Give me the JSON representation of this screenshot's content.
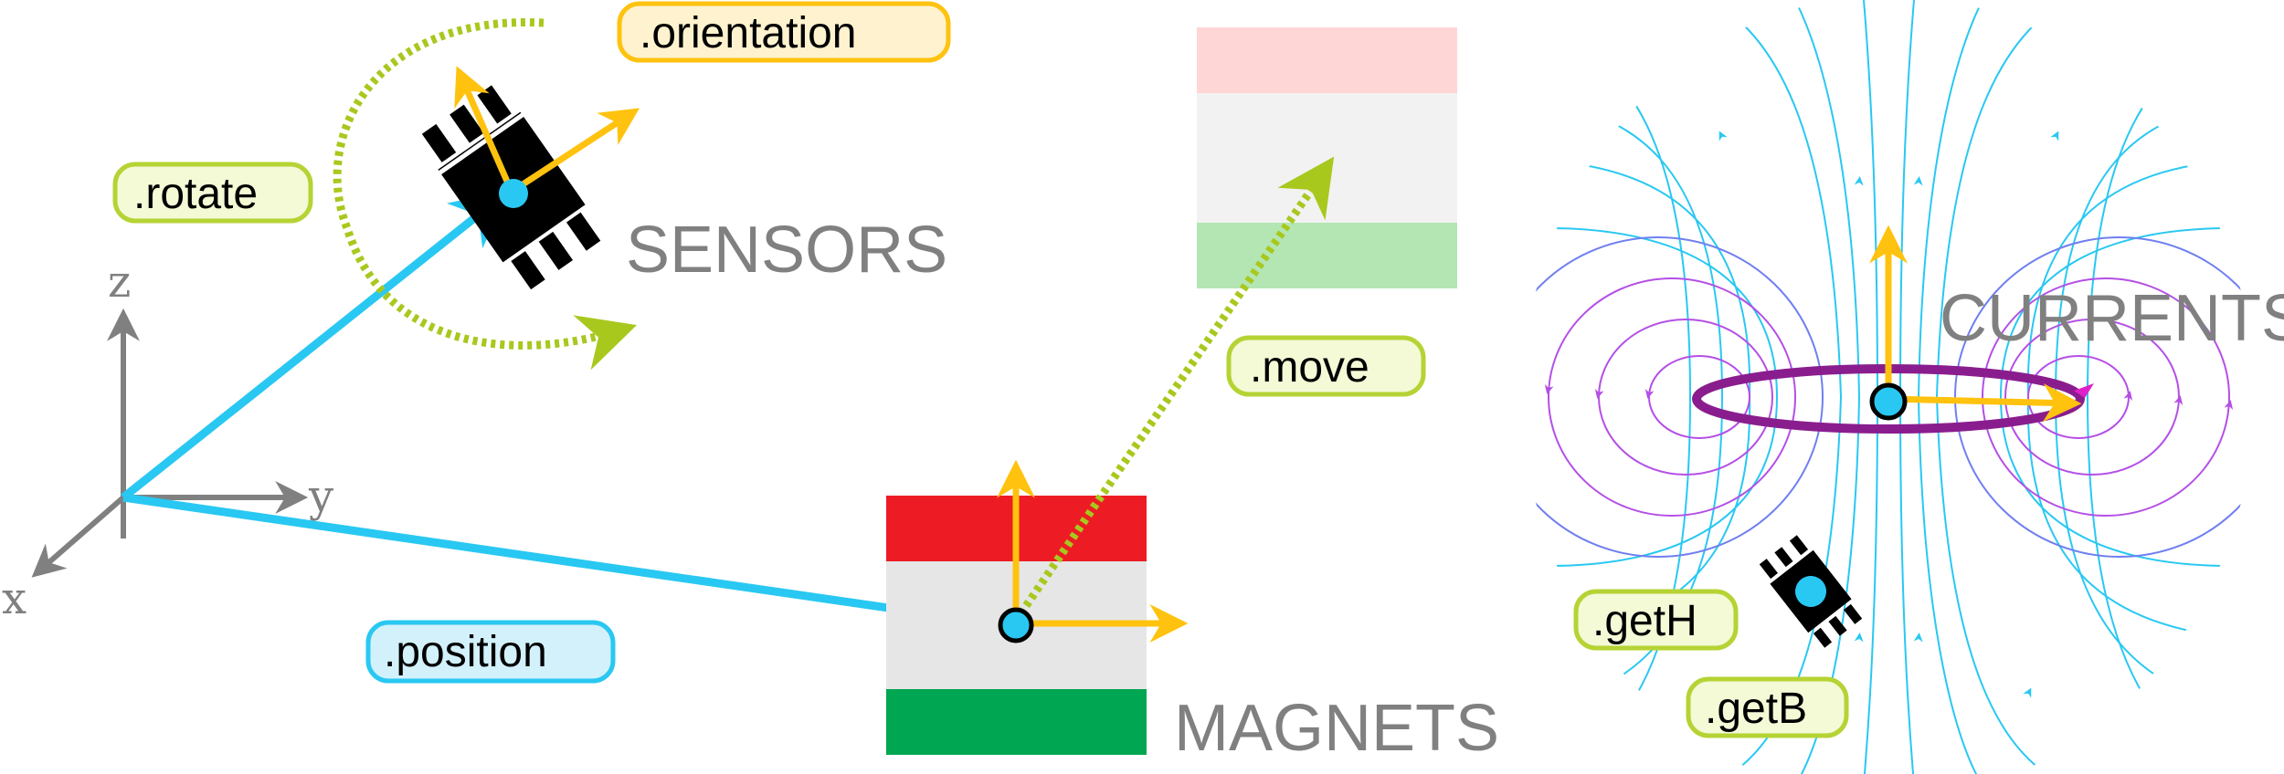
{
  "labels": {
    "orientation": ".orientation",
    "rotate": ".rotate",
    "position": ".position",
    "move": ".move",
    "getH": ".getH",
    "getB": ".getB"
  },
  "sections": {
    "sensors": "SENSORS",
    "magnets": "MAGNETS",
    "currents": "CURRENTS"
  },
  "axes": {
    "x": "x",
    "y": "y",
    "z": "z"
  },
  "colors": {
    "axis_gray": "#808080",
    "position_vector": "#29c8f2",
    "orientation_arrow": "#ffc20e",
    "motion_green": "#a8c81e",
    "label_yellow_fill": "#fff3cf",
    "label_yellow_border": "#ffc20e",
    "label_green_fill": "#f4f9d6",
    "label_green_border": "#b5d334",
    "label_blue_fill": "#d2f1fb",
    "label_blue_border": "#29c8f2",
    "magnet_north": "#ed1c24",
    "magnet_middle": "#e6e6e6",
    "magnet_south": "#00a651",
    "ghost_north": "#ffd6d6",
    "ghost_middle": "#f2f2f2",
    "ghost_south": "#b3e6b3",
    "current_loop": "#8a1d8e",
    "field_inner": "#b44fe6",
    "field_outer": "#29c8f2",
    "sensor_body": "#000000"
  },
  "icons": [
    "coordinate-axes-icon",
    "sensor-chip-icon",
    "magnet-block-icon",
    "current-loop-icon",
    "field-line-icon"
  ]
}
